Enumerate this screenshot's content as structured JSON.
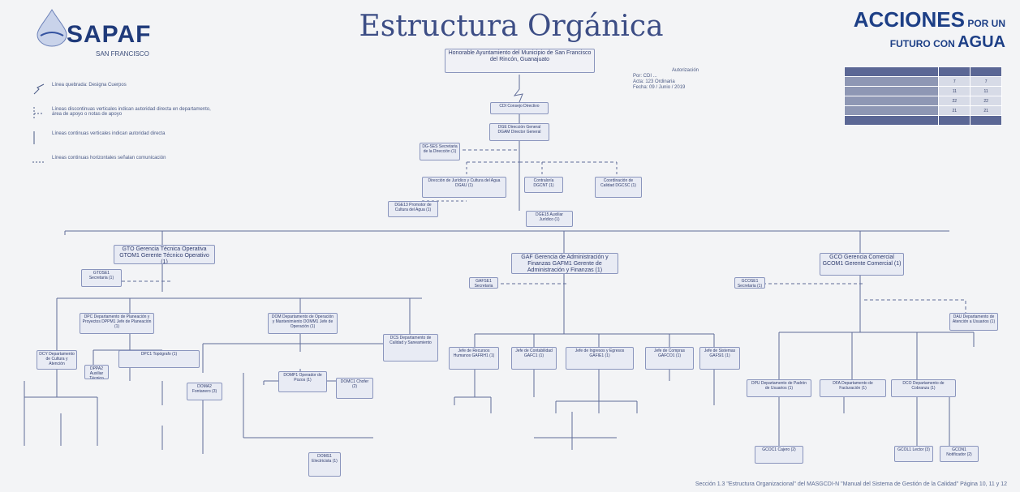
{
  "header": {
    "logo_name": "SAPAF",
    "logo_sub": "SAN FRANCISCO",
    "title": "Estructura Orgánica",
    "slogan_line1": "ACCIONES",
    "slogan_line1_small": "POR UN",
    "slogan_line2_small": "FUTURO CON",
    "slogan_line2": "AGUA"
  },
  "legend": [
    {
      "icon": "zigzag-line-icon",
      "text": "Línea quebrada: Designa Cuerpos"
    },
    {
      "icon": "dashed-vertical-line-icon",
      "text": "Líneas discontinuas verticales indican autoridad directa en departamento, área de apoyo o notas de apoyo"
    },
    {
      "icon": "solid-vertical-line-icon",
      "text": "Líneas continuas verticales indican autoridad directa"
    },
    {
      "icon": "dashed-horizontal-line-icon",
      "text": "Líneas continuas horizontales señalan comunicación"
    }
  ],
  "authorization": {
    "head": "Autorización",
    "lines": [
      "Por: CDI ...",
      "Acta: 123 Ordinaria",
      "Fecha: 09 / Junio / 2019"
    ]
  },
  "stats": {
    "rows": [
      {
        "label": "",
        "a": "",
        "b": ""
      },
      {
        "label": "",
        "a": "7",
        "b": "7"
      },
      {
        "label": "",
        "a": "11",
        "b": "11"
      },
      {
        "label": "",
        "a": "22",
        "b": "22"
      },
      {
        "label": "",
        "a": "21",
        "b": "21"
      },
      {
        "label": "",
        "a": "",
        "b": ""
      }
    ]
  },
  "boxes": {
    "ayuntamiento": "Honorable Ayuntamiento del Municipio de San Francisco del Rincón, Guanajuato",
    "cdi": "CDI Consejo Directivo",
    "dge": "DGE Dirección General DGAM Director General",
    "ses": "DG-SES Secretaria de la Dirección (1)",
    "juridico": "Dirección de Jurídico y Cultura del Agua DGAU (1)",
    "contraloria": "Contraloría DGCNT (1)",
    "calidad": "Coordinación de Calidad DGCSC (1)",
    "cultura": "DGE13 Promotor de Cultura del Agua (1)",
    "auxiliar": "DGE15 Auxiliar Jurídico (1)",
    "gto": "GTO Gerencia Técnica Operativa GTOM1 Gerente Técnico Operativo (1)",
    "gaf": "GAF Gerencia de Administración y Finanzas GAFM1 Gerente de Administración y Finanzas (1)",
    "gco": "GCO Gerencia Comercial GCOM1 Gerente Comercial (1)",
    "gto_sec": "GTOSE1 Secretaria (1)",
    "gaf_sec": "GAFSE1 Secretaria (1)",
    "gco_sec": "GCOSE1 Secretaria (1)",
    "dpc": "DPC Departamento de Planeación y Proyectos DPPM1 Jefe de Planeación (1)",
    "dom": "DOM Departamento de Operación y Mantenimiento DOMM1 Jefe de Operación (1)",
    "dcs": "DCS Departamento de Calidad y Saneamiento",
    "dcy": "DCY Departamento de Cultura y Atención",
    "aux_tec": "DPPA2 Auxiliar Técnico (1)",
    "topo": "DPC1 Topógrafo (1)",
    "oper_pozos": "DOMP1 Operador de Pozos (1)",
    "fontanero": "DOMA2 Fontanero (3)",
    "chofer": "DOMC1 Chofer (2)",
    "electricista": "DOMS1 Electricista (1)",
    "rh": "Jefe de Recursos Humanos GAFRH1 (1)",
    "cont": "Jefe de Contabilidad GAFC1 (1)",
    "ing": "Jefe de Ingresos y Egresos GAFIE1 (1)",
    "compras": "Jefe de Compras GAFCO1 (1)",
    "sistemas": "Jefe de Sistemas GAFSI1 (1)",
    "atencion": "DAU Departamento de Atención a Usuarios (1)",
    "padron": "DPU Departamento de Padrón de Usuarios (1)",
    "facturacion": "DFA Departamento de Facturación (1)",
    "cobranza": "DCO Departamento de Cobranza (1)",
    "cajero": "GCOC1 Cajero (2)",
    "lector": "GCOL1 Lector (3)",
    "notificador": "GCON1 Notificador (2)"
  },
  "footer": "Sección 1.3 \"Estructura Organizacional\" del MASGCDI-N \"Manual del Sistema de Gestión de la Calidad\" Página 10, 11 y 12"
}
